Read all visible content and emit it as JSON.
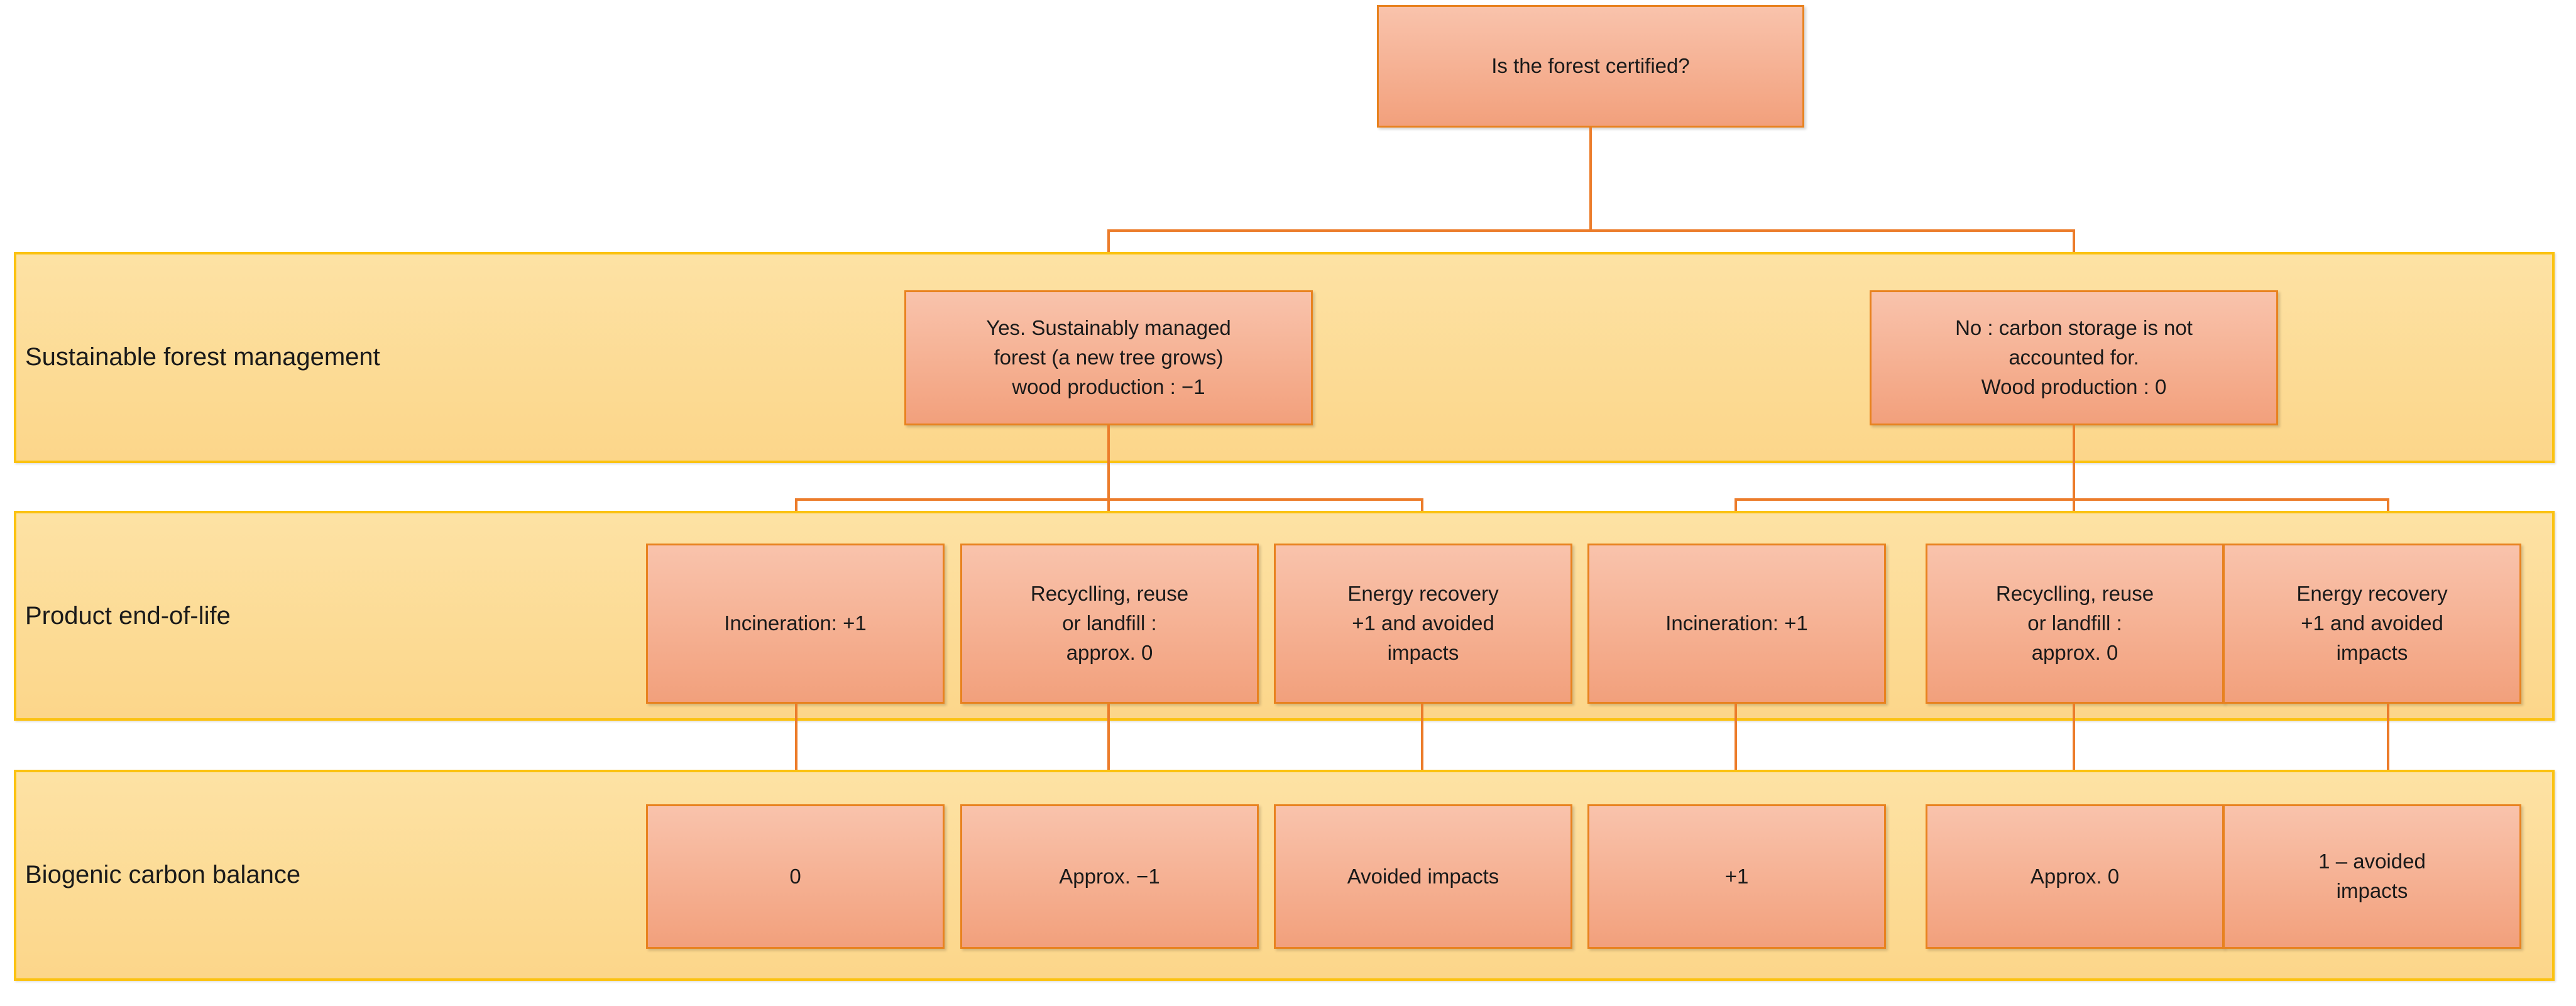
{
  "diagram": {
    "title_node": {
      "label": "Is the forest certified?"
    },
    "rows": [
      {
        "band_label": "Sustainable forest management",
        "nodes": [
          {
            "lines": [
              "Yes. Sustainably managed",
              "forest (a new tree grows)",
              "wood production : −1"
            ]
          },
          {
            "lines": [
              "No : carbon storage is not",
              "accounted for.",
              "Wood production : 0"
            ]
          }
        ]
      },
      {
        "band_label": "Product end-of-life",
        "nodes": [
          {
            "lines": [
              "Incineration: +1"
            ]
          },
          {
            "lines": [
              "Recyclling, reuse",
              "or landfill :",
              "approx. 0"
            ]
          },
          {
            "lines": [
              "Energy recovery",
              "+1 and avoided",
              "impacts"
            ]
          },
          {
            "lines": [
              "Incineration: +1"
            ]
          },
          {
            "lines": [
              "Recyclling, reuse",
              "or landfill :",
              "approx. 0"
            ]
          },
          {
            "lines": [
              "Energy recovery",
              "+1 and avoided",
              "impacts"
            ]
          }
        ]
      },
      {
        "band_label": "Biogenic carbon balance",
        "nodes": [
          {
            "lines": [
              "0"
            ]
          },
          {
            "lines": [
              "Approx. −1"
            ]
          },
          {
            "lines": [
              "Avoided impacts"
            ]
          },
          {
            "lines": [
              "+1"
            ]
          },
          {
            "lines": [
              "Approx. 0"
            ]
          },
          {
            "lines": [
              "1 – avoided",
              "impacts"
            ]
          }
        ]
      }
    ],
    "colors": {
      "band_fill": "#fcd68a",
      "band_border": "#fbc211",
      "node_fill_top": "#f9c3ac",
      "node_fill_bottom": "#f2a07c",
      "node_border": "#e8821f",
      "connector": "#ec7c2a",
      "page_background": "#ffffff",
      "text": "#1a1a1a"
    }
  }
}
